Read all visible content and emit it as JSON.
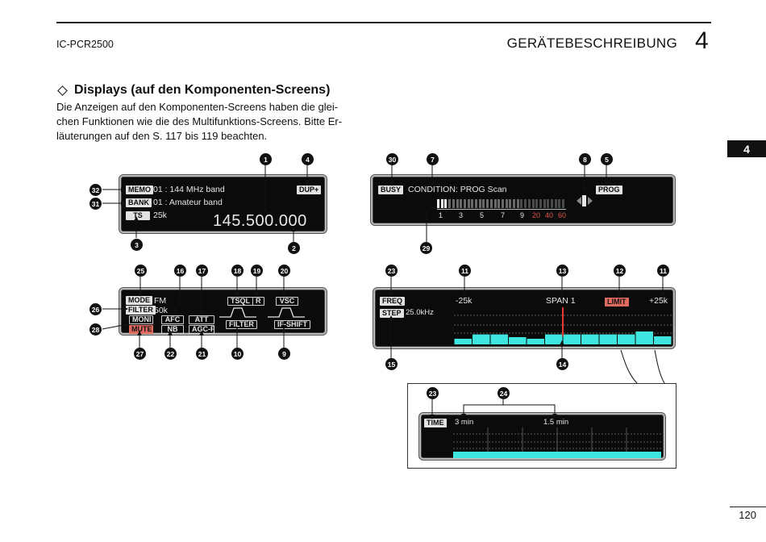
{
  "header": {
    "model": "IC-PCR2500",
    "section_title": "GERÄTEBESCHREIBUNG",
    "chapter": "4"
  },
  "side_tab": "4",
  "page_number": "120",
  "section": {
    "heading": "Displays (auf den Komponenten-Screens)",
    "paragraph_lines": [
      "Die Anzeigen auf den Komponenten-Screens haben die glei-",
      "chen Funktionen wie die des Multifunktions-Screens. Bitte Er-",
      "läuterungen auf den S. 117 bis 119 beachten."
    ]
  },
  "memory_panel": {
    "memo_chip": "MEMO",
    "memo_text": "01 : 144  MHz  band",
    "bank_chip": "BANK",
    "bank_text": "01 : Amateur  band",
    "ts_chip": "TS",
    "ts_text": "25k",
    "dup_chip": "DUP+",
    "frequency": "145.500.000"
  },
  "scan_panel": {
    "busy_chip": "BUSY",
    "condition_text": "CONDITION: PROG Scan",
    "prog_chip": "PROG",
    "meter_labels": [
      "1",
      "3",
      "5",
      "7",
      "9"
    ],
    "meter_labels_red": [
      "20",
      "40",
      "60"
    ]
  },
  "mode_panel": {
    "mode_chip": "MODE",
    "mode_text": "FM",
    "filter_chip": "FILTER",
    "filter_text": "50k",
    "moni_chip": "MONI",
    "mute_chip": "MUTE",
    "afc_chip": "AFC",
    "nb_chip": "NB",
    "att_chip": "ATT",
    "agcf_chip": "AGC-F",
    "tsql_chip": "TSQL",
    "r_chip": "R",
    "vsc_chip": "VSC",
    "filter_btn": "FILTER",
    "ifshift_btn": "IF-SHIFT"
  },
  "band_panel": {
    "freq_chip": "FREQ",
    "step_chip": "STEP",
    "step_text": "25.0kHz",
    "minus_label": "-25k",
    "span_label": "SPAN 1",
    "limit_chip": "LIMIT",
    "plus_label": "+25k",
    "spectrum_bars": [
      0.35,
      0.62,
      0.62,
      0.45,
      0.35,
      0.62,
      0.62,
      0.62,
      0.62,
      0.62,
      0.8,
      0.5
    ]
  },
  "time_panel": {
    "time_chip": "TIME",
    "label_3min": "3 min",
    "label_15min": "1.5 min"
  },
  "callouts": {
    "n1": "1",
    "n2": "2",
    "n3": "3",
    "n4": "4",
    "n5": "5",
    "n7": "7",
    "n8": "8",
    "n9": "9",
    "n10": "10",
    "n11": "11",
    "n12": "12",
    "n13": "13",
    "n14": "14",
    "n15": "15",
    "n16": "16",
    "n17": "17",
    "n18": "18",
    "n19": "19",
    "n20": "20",
    "n21": "21",
    "n22": "22",
    "n23": "23",
    "n24": "24",
    "n25": "25",
    "n26": "26",
    "n27": "27",
    "n28": "28",
    "n29": "29",
    "n30": "30",
    "n31": "31",
    "n32": "32"
  },
  "colors": {
    "lcd_background": "#0b0b0b",
    "spectrum_fill": "#3fe6e0",
    "center_marker": "#e23a2e",
    "limit_chip": "#e06a60"
  }
}
